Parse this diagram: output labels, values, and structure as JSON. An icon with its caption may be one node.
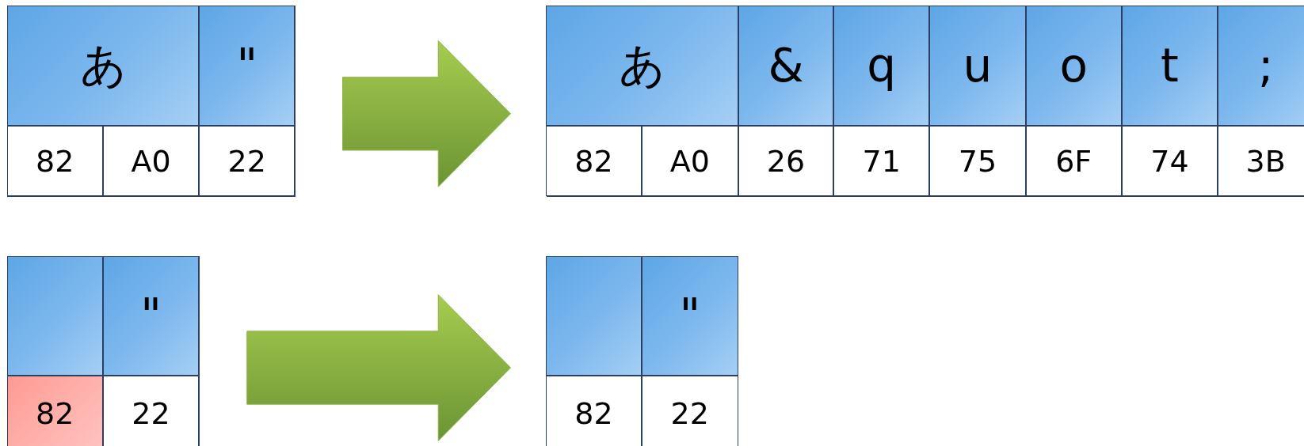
{
  "diagram": {
    "nodes": [
      {
        "text": [],
        "shape": "box"
      },
      {
        "text": [
          "あ"
        ],
        "in": 0
      },
      {
        "text": [
          "\""
        ],
        "in": 0
      },
      {
        "text": [
          "82"
        ],
        "in": 0
      },
      {
        "text": [
          "A0"
        ],
        "in": 0
      },
      {
        "text": [
          "22"
        ],
        "in": 0
      },
      {
        "text": [],
        "shape": "box"
      },
      {
        "text": [
          "あ"
        ],
        "in": 6
      },
      {
        "text": [
          "&"
        ],
        "in": 6
      },
      {
        "text": [
          "q"
        ],
        "in": 6
      },
      {
        "text": [
          "u"
        ],
        "in": 6
      },
      {
        "text": [
          "o"
        ],
        "in": 6
      },
      {
        "text": [
          "t"
        ],
        "in": 6
      },
      {
        "text": [
          ";"
        ],
        "in": 6
      },
      {
        "text": [
          "82"
        ],
        "in": 6
      },
      {
        "text": [
          "A0"
        ],
        "in": 6
      },
      {
        "text": [
          "26"
        ],
        "in": 6
      },
      {
        "text": [
          "71"
        ],
        "in": 6
      },
      {
        "text": [
          "75"
        ],
        "in": 6
      },
      {
        "text": [
          "6F"
        ],
        "in": 6
      },
      {
        "text": [
          "74"
        ],
        "in": 6
      },
      {
        "text": [
          "3B"
        ],
        "in": 6
      },
      {
        "text": [],
        "shape": "box"
      },
      {
        "text": [],
        "shape": "box",
        "in": 22
      },
      {
        "text": [
          "\""
        ],
        "in": 22
      },
      {
        "text": [
          "82"
        ],
        "in": 22
      },
      {
        "text": [
          "22"
        ],
        "in": 22
      },
      {
        "text": [],
        "shape": "box"
      },
      {
        "text": [],
        "shape": "box",
        "in": 27
      },
      {
        "text": [
          "\""
        ],
        "in": 27
      },
      {
        "text": [
          "82"
        ],
        "in": 27
      },
      {
        "text": [
          "22"
        ],
        "in": 27
      }
    ],
    "edges": [
      {
        "from": 0,
        "to": 6,
        "arrow": "to"
      },
      {
        "from": 22,
        "to": 27,
        "arrow": "to"
      }
    ]
  }
}
